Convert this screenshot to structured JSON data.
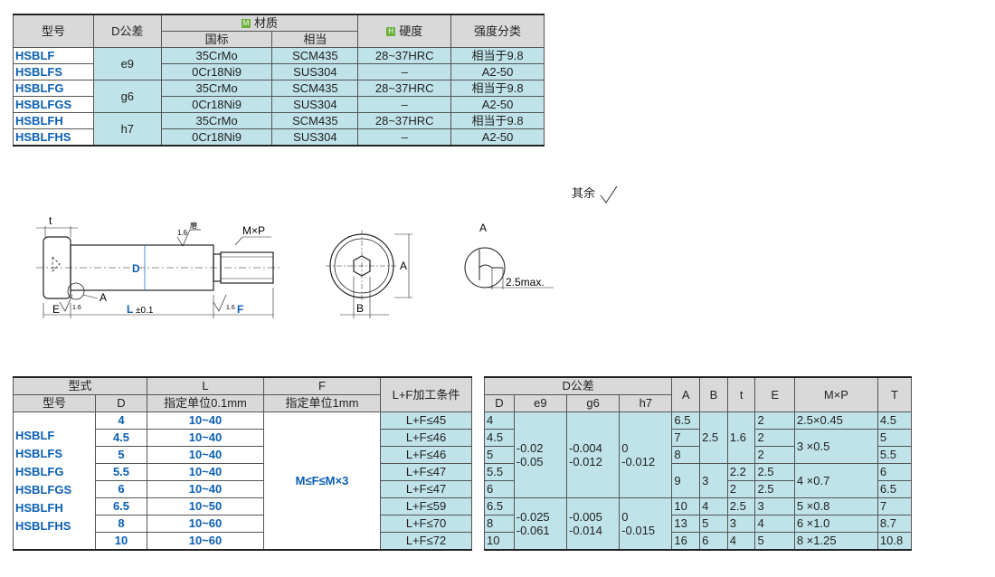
{
  "table1": {
    "headers": {
      "model": "型号",
      "d_tol": "D公差",
      "material_badge": "M",
      "material": "材质",
      "gb": "国标",
      "equiv": "相当",
      "hardness_badge": "H",
      "hardness": "硬度",
      "strength": "强度分类"
    },
    "rows": [
      {
        "model": "HSBLF",
        "tol": "e9",
        "gb": "35CrMo",
        "equiv": "SCM435",
        "hard": "28~37HRC",
        "strength": "相当于9.8"
      },
      {
        "model": "HSBLFS",
        "tol": "",
        "gb": "0Cr18Ni9",
        "equiv": "SUS304",
        "hard": "–",
        "strength": "A2-50"
      },
      {
        "model": "HSBLFG",
        "tol": "g6",
        "gb": "35CrMo",
        "equiv": "SCM435",
        "hard": "28~37HRC",
        "strength": "相当于9.8"
      },
      {
        "model": "HSBLFGS",
        "tol": "",
        "gb": "0Cr18Ni9",
        "equiv": "SUS304",
        "hard": "–",
        "strength": "A2-50"
      },
      {
        "model": "HSBLFH",
        "tol": "h7",
        "gb": "35CrMo",
        "equiv": "SCM435",
        "hard": "28~37HRC",
        "strength": "相当于9.8"
      },
      {
        "model": "HSBLFHS",
        "tol": "",
        "gb": "0Cr18Ni9",
        "equiv": "SUS304",
        "hard": "–",
        "strength": "A2-50"
      }
    ]
  },
  "drawing": {
    "rough_text": "其余",
    "labels": {
      "t": "t",
      "D": "D",
      "MxP": "M×P",
      "A1": "A",
      "E": "E",
      "L": "L",
      "L_tol": "±0.1",
      "F": "F",
      "r16a": "1.6",
      "r16b": "1.6",
      "r16c": "1.6",
      "grind": "磨",
      "A2": "A",
      "B": "B",
      "A3": "A",
      "max": "2.5max."
    }
  },
  "table2": {
    "headers": {
      "type": "型式",
      "L": "L",
      "F": "F",
      "cond": "L+F加工条件",
      "model": "型号",
      "D": "D",
      "L_unit": "指定单位0.1mm",
      "F_unit": "指定单位1mm"
    },
    "models": [
      "HSBLF",
      "HSBLFS",
      "HSBLFG",
      "HSBLFGS",
      "HSBLFH",
      "HSBLFHS"
    ],
    "f_range": "M≤F≤M×3",
    "rows": [
      {
        "D": "4",
        "L": "10~40",
        "cond": "L+F≤45"
      },
      {
        "D": "4.5",
        "L": "10~40",
        "cond": "L+F≤46"
      },
      {
        "D": "5",
        "L": "10~40",
        "cond": "L+F≤46"
      },
      {
        "D": "5.5",
        "L": "10~40",
        "cond": "L+F≤47"
      },
      {
        "D": "6",
        "L": "10~40",
        "cond": "L+F≤47"
      },
      {
        "D": "6.5",
        "L": "10~50",
        "cond": "L+F≤59"
      },
      {
        "D": "8",
        "L": "10~60",
        "cond": "L+F≤70"
      },
      {
        "D": "10",
        "L": "10~60",
        "cond": "L+F≤72"
      }
    ]
  },
  "table3": {
    "headers": {
      "dtol": "D公差",
      "D": "D",
      "e9": "e9",
      "g6": "g6",
      "h7": "h7",
      "A": "A",
      "B": "B",
      "t": "t",
      "E": "E",
      "MxP": "M×P",
      "T": "T"
    },
    "D": [
      "4",
      "4.5",
      "5",
      "5.5",
      "6",
      "6.5",
      "8",
      "10"
    ],
    "tol1": {
      "e9a": "-0.02",
      "e9b": "-0.05",
      "g6a": "-0.004",
      "g6b": "-0.012",
      "h7a": "0",
      "h7b": "-0.012"
    },
    "tol2": {
      "e9a": "-0.025",
      "e9b": "-0.061",
      "g6a": "-0.005",
      "g6b": "-0.014",
      "h7a": "0",
      "h7b": "-0.015"
    },
    "A": [
      "6.5",
      "7",
      "8",
      "9",
      "10",
      "13",
      "16"
    ],
    "B": {
      "b1": "2.5",
      "b2": "3",
      "b3": "4",
      "b4": "5",
      "b5": "6"
    },
    "t": {
      "t1": "1.6",
      "t2": "2.2",
      "t3": "2",
      "t4": "2.5",
      "t5": "3",
      "t6": "4"
    },
    "E": [
      "2",
      "2",
      "2",
      "2.5",
      "2.5",
      "3",
      "4",
      "5"
    ],
    "MxP": {
      "m1": "2.5×0.45",
      "m2": "3 ×0.5",
      "m3": "4 ×0.7",
      "m4": "5 ×0.8",
      "m5": "6 ×1.0",
      "m6": "8 ×1.25"
    },
    "T": [
      "4.5",
      "5",
      "5.5",
      "6",
      "6.5",
      "7",
      "8.7",
      "10.8"
    ]
  },
  "colors": {
    "header_bg": "#d9d9d9",
    "cell_bg": "#bfe3e8",
    "model_blue": "#0a5fb4",
    "badge_green": "#6bb23b"
  }
}
